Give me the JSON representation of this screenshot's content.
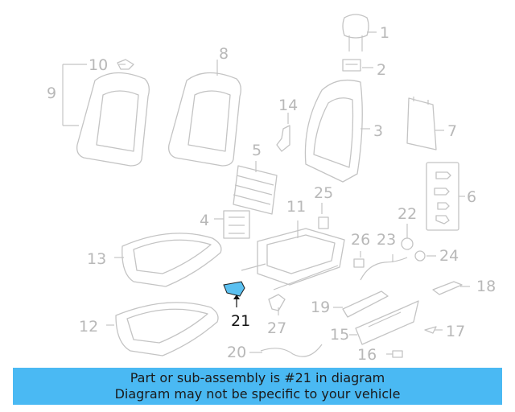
{
  "highlight": {
    "part_number": "21",
    "color": "#5bc0f0",
    "banner_color": "#4ab9f3"
  },
  "labels": [
    "1",
    "2",
    "3",
    "4",
    "5",
    "6",
    "7",
    "8",
    "9",
    "10",
    "11",
    "12",
    "13",
    "14",
    "15",
    "16",
    "17",
    "18",
    "19",
    "20",
    "21",
    "22",
    "23",
    "24",
    "25",
    "26",
    "27"
  ],
  "banner": {
    "line1": "Part or sub-assembly is #21 in diagram",
    "line2": "Diagram may not be specific to your vehicle"
  }
}
